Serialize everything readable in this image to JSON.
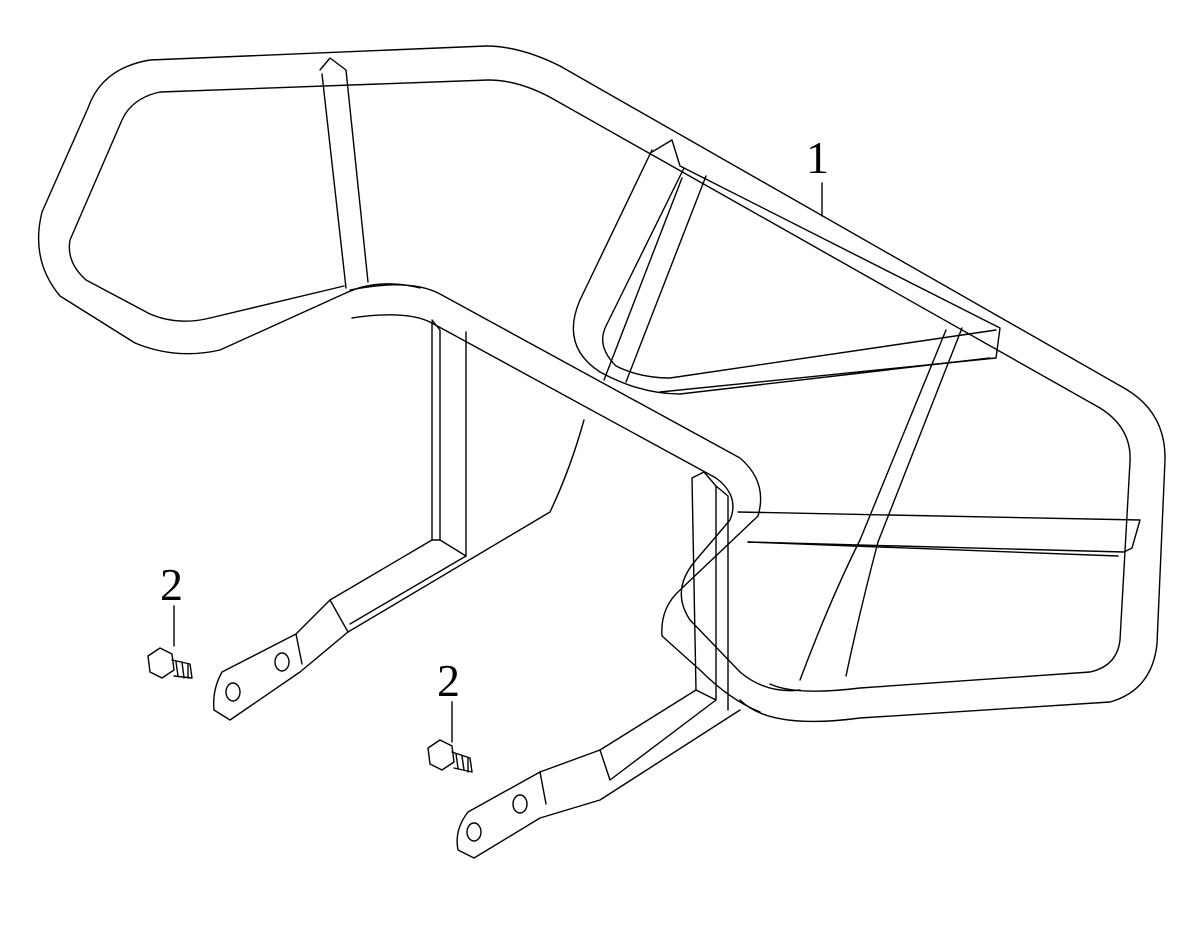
{
  "diagram": {
    "colors": {
      "line": "#000000",
      "fill": "#ffffff"
    },
    "parts": [
      {
        "callout": "1",
        "part": "rear-rack-frame"
      },
      {
        "callout": "2",
        "part": "flange-bolt"
      },
      {
        "callout": "2",
        "part": "flange-bolt"
      }
    ]
  }
}
